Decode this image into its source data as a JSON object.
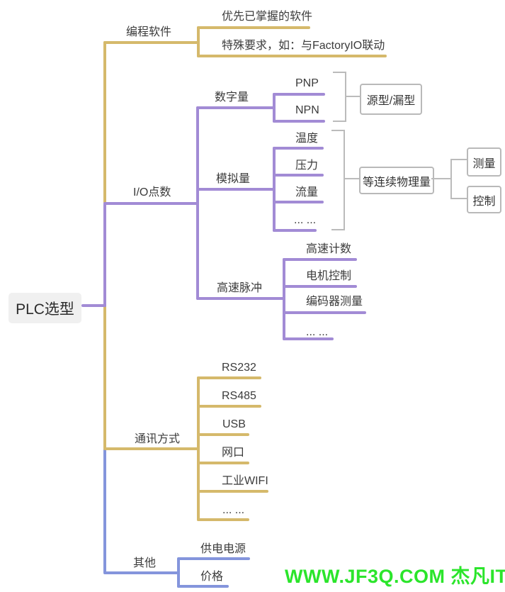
{
  "root": {
    "label": "PLC选型"
  },
  "programming": {
    "label": "编程软件",
    "preferred": "优先已掌握的软件",
    "special": "特殊要求，如：与FactoryIO联动"
  },
  "io": {
    "label": "I/O点数",
    "digital": {
      "label": "数字量",
      "pnp": "PNP",
      "npn": "NPN",
      "type_box": "源型/漏型"
    },
    "analog": {
      "label": "模拟量",
      "temperature": "温度",
      "pressure": "压力",
      "flow": "流量",
      "more": "... ...",
      "continuous_box": "等连续物理量",
      "measure_box": "测量",
      "control_box": "控制"
    },
    "pulse": {
      "label": "高速脉冲",
      "counting": "高速计数",
      "motor": "电机控制",
      "encoder": "编码器测量",
      "more": "... ..."
    }
  },
  "communication": {
    "label": "通讯方式",
    "items": [
      "RS232",
      "RS485",
      "USB",
      "网口",
      "工业WIFI",
      "... ..."
    ]
  },
  "other": {
    "label": "其他",
    "power": "供电电源",
    "price": "价格"
  },
  "watermark": {
    "text": "WWW.JF3Q.COM 杰凡IT",
    "color": "#2BE52B"
  },
  "colors": {
    "branch_gold": "#D5B96B",
    "branch_purple": "#A28BD5",
    "branch_blue": "#8495DC",
    "connector_gray": "#BBBBBB",
    "root_bg": "#F0F0F0"
  }
}
